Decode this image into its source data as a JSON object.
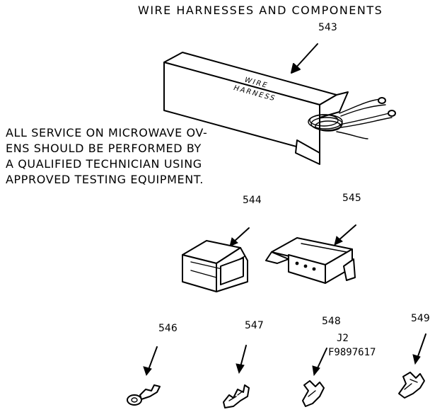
{
  "title": "WIRE HARNESSES AND COMPONENTS",
  "box_print": [
    "WIRE",
    "HARNESS"
  ],
  "service_note": [
    "ALL SERVICE ON MICROWAVE OV-",
    "ENS SHOULD BE PERFORMED BY",
    "A QUALIFIED TECHNICIAN USING",
    "APPROVED TESTING EQUIPMENT."
  ],
  "parts": [
    {
      "number": "543",
      "depicts": "wire harness in box"
    },
    {
      "number": "544",
      "depicts": "connector housing"
    },
    {
      "number": "545",
      "depicts": "connector block"
    },
    {
      "number": "546",
      "depicts": "ring terminal"
    },
    {
      "number": "547",
      "depicts": "terminal"
    },
    {
      "number": "548",
      "depicts": "terminal",
      "code_lines": [
        "J2",
        "F9897617"
      ]
    },
    {
      "number": "549",
      "depicts": "terminal"
    }
  ]
}
